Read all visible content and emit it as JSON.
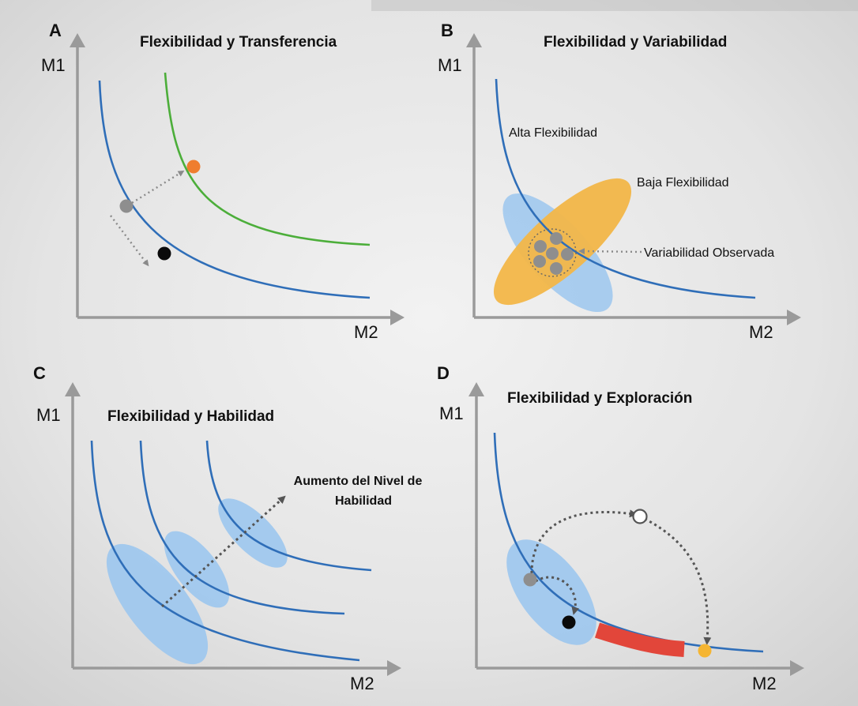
{
  "panels": {
    "a": {
      "letter": "A",
      "title": "Flexibilidad y Transferencia",
      "y_label": "M1",
      "x_label": "M2"
    },
    "b": {
      "letter": "B",
      "title": "Flexibilidad y Variabilidad",
      "y_label": "M1",
      "x_label": "M2",
      "label_high": "Alta Flexibilidad",
      "label_low": "Baja Flexibilidad",
      "label_observed": "Variabilidad Observada"
    },
    "c": {
      "letter": "C",
      "title": "Flexibilidad y Habilidad",
      "y_label": "M1",
      "x_label": "M2",
      "skill_line1": "Aumento del Nivel de",
      "skill_line2": "Habilidad"
    },
    "d": {
      "letter": "D",
      "title": "Flexibilidad y Exploración",
      "y_label": "M1",
      "x_label": "M2"
    }
  },
  "colors": {
    "curve_blue": "#2f6eb8",
    "curve_green": "#4cae3a",
    "ellipse_blue": "#9cc7ee",
    "ellipse_orange": "#f2b648",
    "dot_orange": "#ef7d2e",
    "dot_yellow": "#f5b532",
    "dot_gray": "#8e8e8e",
    "dot_black": "#0a0a0a",
    "band_red": "#e2463a"
  }
}
